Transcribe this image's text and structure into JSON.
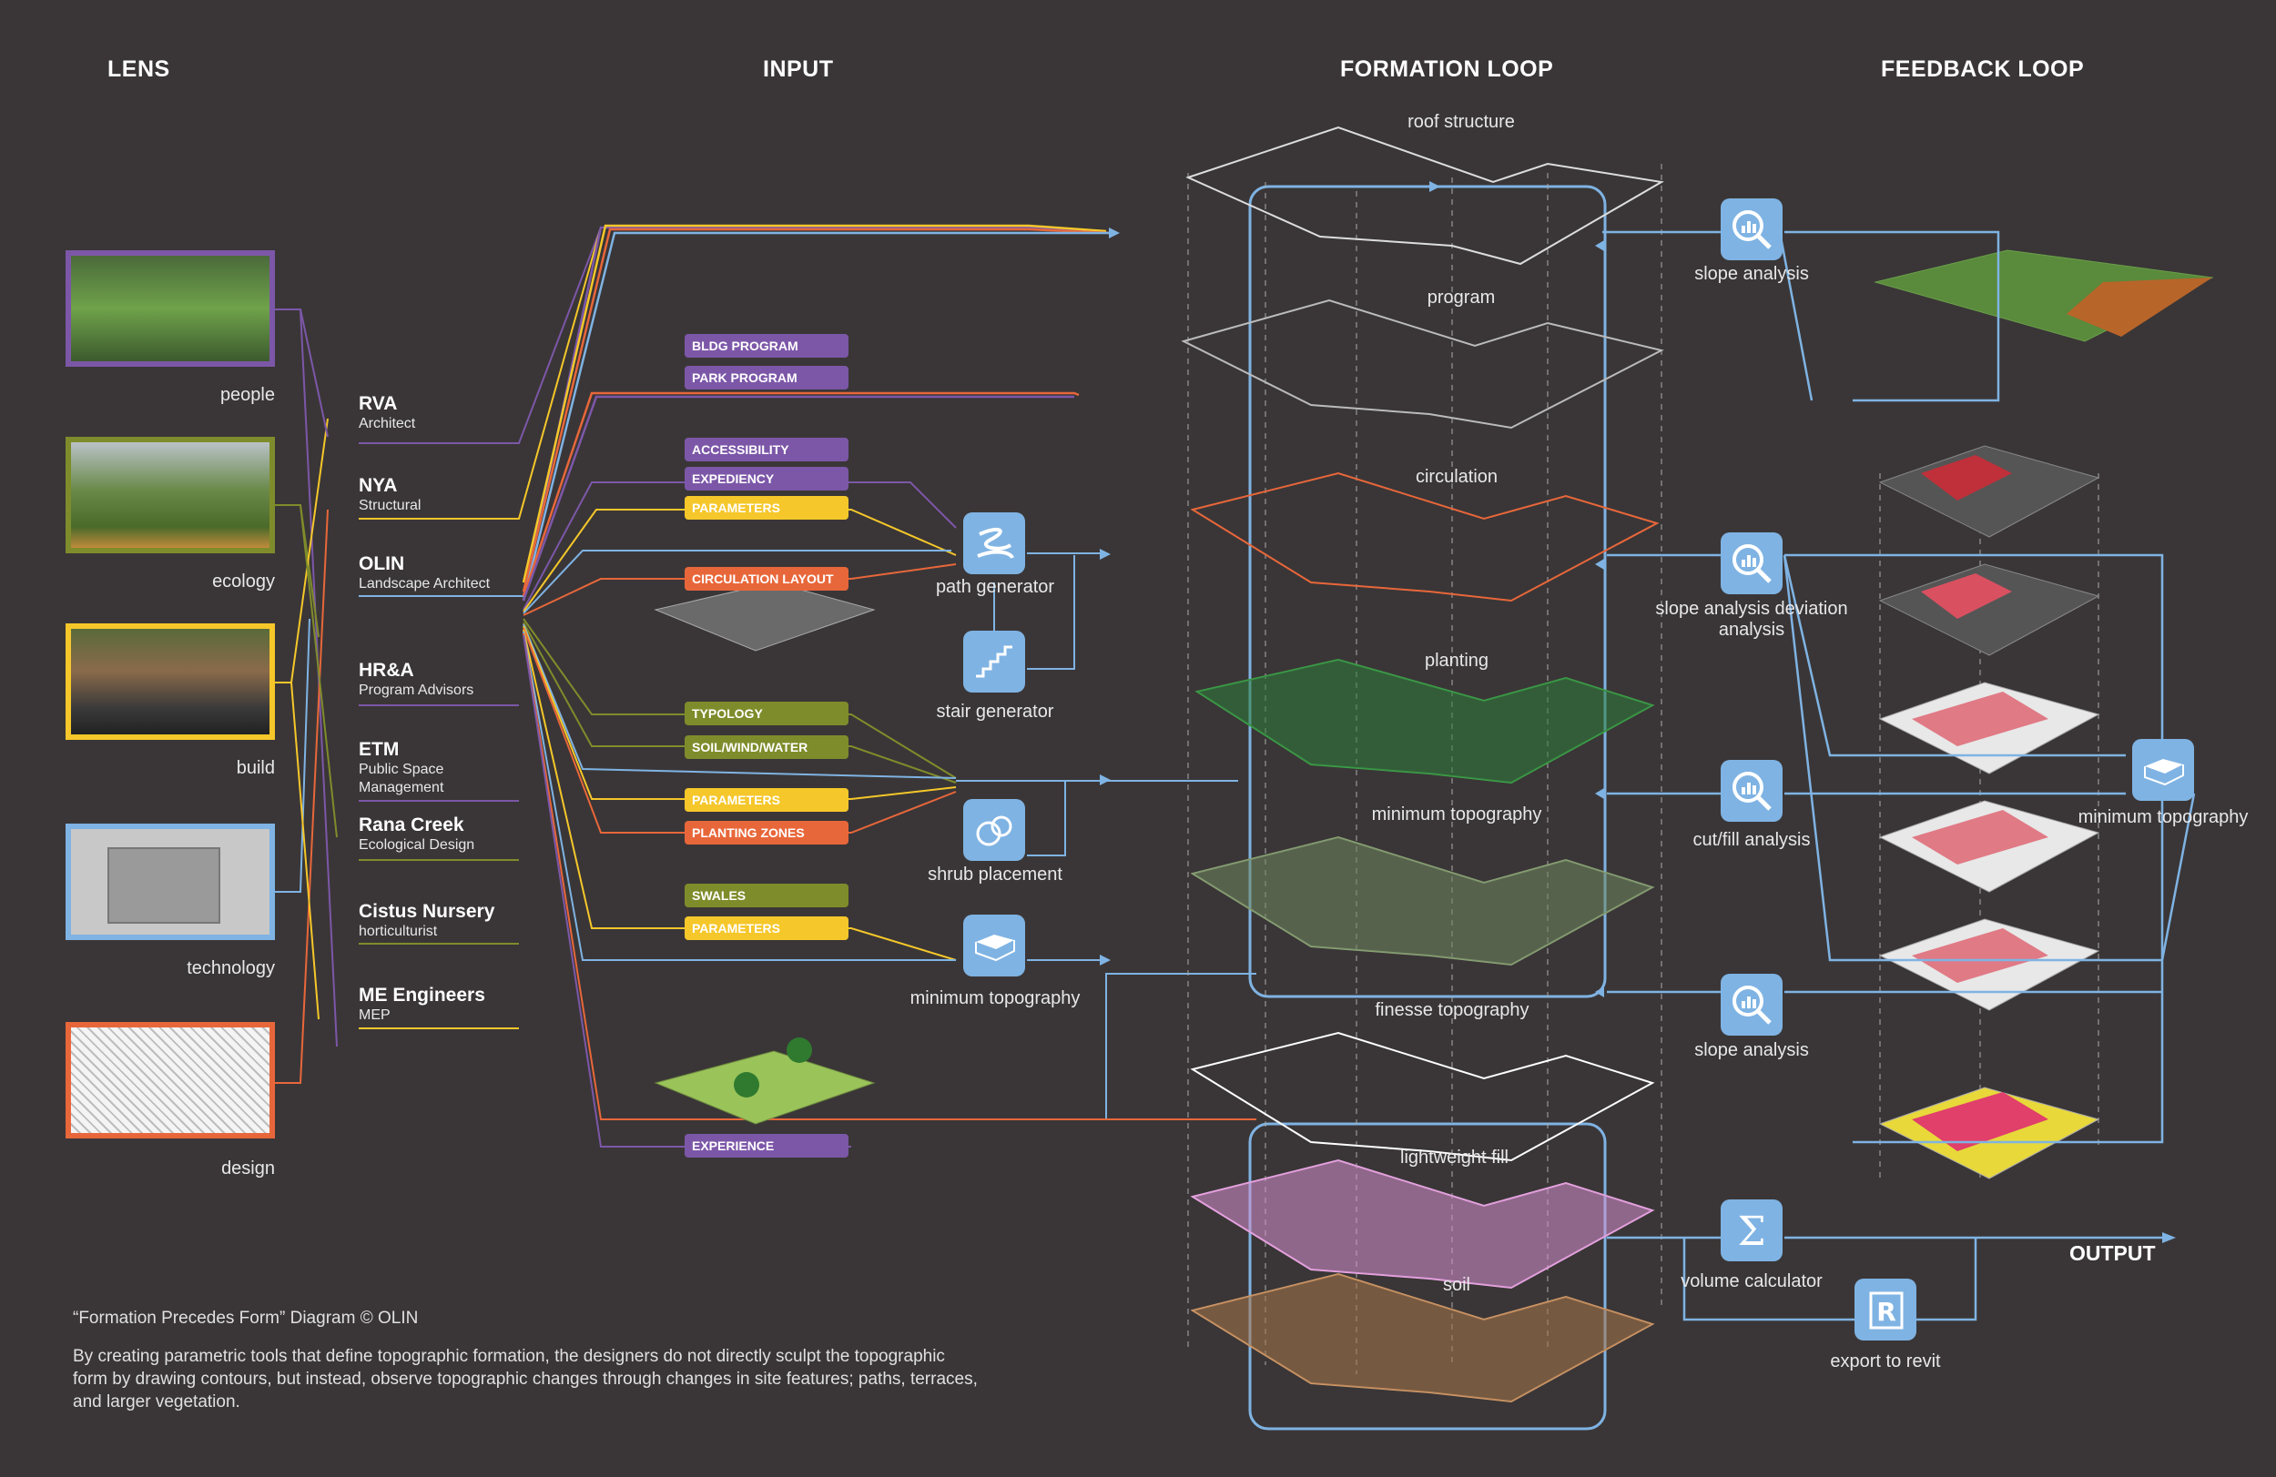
{
  "headers": {
    "lens": "LENS",
    "input": "INPUT",
    "formation": "FORMATION LOOP",
    "feedback": "FEEDBACK LOOP"
  },
  "lenses": [
    {
      "label": "people",
      "color": "#7c57a8"
    },
    {
      "label": "ecology",
      "color": "#7f8c2b"
    },
    {
      "label": "build",
      "color": "#f5c72a"
    },
    {
      "label": "technology",
      "color": "#7fb3e3"
    },
    {
      "label": "design",
      "color": "#e8673a"
    }
  ],
  "firms": [
    {
      "name": "RVA",
      "role": "Architect"
    },
    {
      "name": "NYA",
      "role": "Structural"
    },
    {
      "name": "OLIN",
      "role": "Landscape Architect"
    },
    {
      "name": "HR&A",
      "role": "Program Advisors"
    },
    {
      "name": "ETM",
      "role": "Public Space Management"
    },
    {
      "name": "Rana Creek",
      "role": "Ecological Design"
    },
    {
      "name": "Cistus Nursery",
      "role": "horticulturist"
    },
    {
      "name": "ME Engineers",
      "role": "MEP"
    }
  ],
  "tags": [
    {
      "text": "BLDG PROGRAM",
      "color": "#7c57a8"
    },
    {
      "text": "PARK PROGRAM",
      "color": "#7c57a8"
    },
    {
      "text": "ACCESSIBILITY",
      "color": "#7c57a8"
    },
    {
      "text": "EXPEDIENCY",
      "color": "#7c57a8"
    },
    {
      "text": "PARAMETERS",
      "color": "#f5c72a"
    },
    {
      "text": "CIRCULATION LAYOUT",
      "color": "#e8673a"
    },
    {
      "text": "TYPOLOGY",
      "color": "#7f8c2b"
    },
    {
      "text": "SOIL/WIND/WATER",
      "color": "#7f8c2b"
    },
    {
      "text": "PARAMETERS",
      "color": "#f5c72a"
    },
    {
      "text": "PLANTING ZONES",
      "color": "#e8673a"
    },
    {
      "text": "SWALES",
      "color": "#7f8c2b"
    },
    {
      "text": "PARAMETERS",
      "color": "#f5c72a"
    },
    {
      "text": "EXPERIENCE",
      "color": "#7c57a8"
    }
  ],
  "tools": {
    "path": "path generator",
    "stair": "stair generator",
    "shrub": "shrub placement",
    "mintopo": "minimum topography"
  },
  "layers": {
    "roof": "roof structure",
    "program": "program",
    "circulation": "circulation",
    "planting": "planting",
    "min_topo": "minimum topography",
    "finesse": "finesse topography",
    "lightweight": "lightweight fill",
    "soil": "soil"
  },
  "feedback": {
    "slope1": "slope analysis",
    "slope_dev": "slope analysis deviation analysis",
    "cutfill": "cut/fill analysis",
    "slope2": "slope analysis",
    "volume": "volume calculator",
    "revit": "export to revit",
    "mintopo_right": "minimum topography",
    "output": "OUTPUT"
  },
  "caption": "“Formation Precedes Form” Diagram © OLIN",
  "paragraph": "By creating parametric tools that define topographic formation, the designers do not directly sculpt the topographic form by drawing contours, but instead, observe topographic changes through changes in site features; paths, terraces, and larger vegetation.",
  "colors": {
    "purple": "#7c57a8",
    "olive": "#7f8c2b",
    "yellow": "#f5c72a",
    "blue": "#7fb3e3",
    "orange": "#e8673a",
    "background": "#3a3637"
  }
}
